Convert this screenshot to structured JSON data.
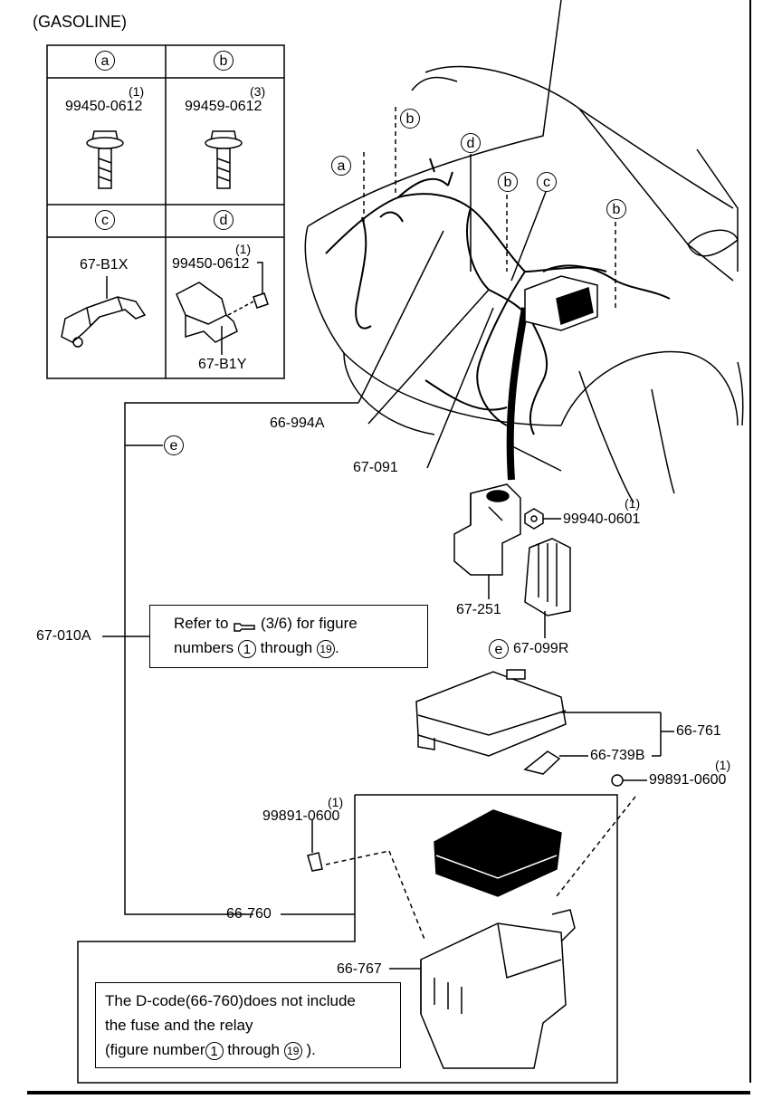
{
  "header": {
    "engine": "(GASOLINE)"
  },
  "legend": {
    "a": {
      "letter": "a",
      "part": "99450-0612",
      "qty": "(1)"
    },
    "b": {
      "letter": "b",
      "part": "99459-0612",
      "qty": "(3)"
    },
    "c": {
      "letter": "c",
      "part": "67-B1X"
    },
    "d": {
      "letter": "d",
      "part": "99450-0612",
      "qty": "(1)",
      "sub": "67-B1Y"
    }
  },
  "callouts": {
    "a": "a",
    "b1": "b",
    "b2": "b",
    "b3": "b",
    "c": "c",
    "d": "d",
    "e": "e",
    "e2": "e"
  },
  "parts": {
    "p66_994A": "66-994A",
    "p67_091": "67-091",
    "p67_010A": "67-010A",
    "p99940_0601": "99940-0601",
    "q99940": "(1)",
    "p67_251": "67-251",
    "p67_099R": "67-099R",
    "p66_761": "66-761",
    "p66_739B": "66-739B",
    "p99891_0600_r": "99891-0600",
    "q99891_r": "(1)",
    "p99891_0600_l": "99891-0600",
    "q99891_l": "(1)",
    "p66_760": "66-760",
    "p66_767": "66-767"
  },
  "note1": {
    "line1_pre": "Refer to",
    "ref": "(3/6)",
    "line1_post": "for figure",
    "line2_pre": "numbers",
    "n1": "1",
    "through": "through",
    "n19": "19",
    "end": "."
  },
  "note2": {
    "line1": "The D-code(66-760)does not include",
    "line2": "the fuse and the relay",
    "line3_pre": "(figure number",
    "n1": "1",
    "through": "through",
    "n19": "19",
    "end": ")."
  }
}
